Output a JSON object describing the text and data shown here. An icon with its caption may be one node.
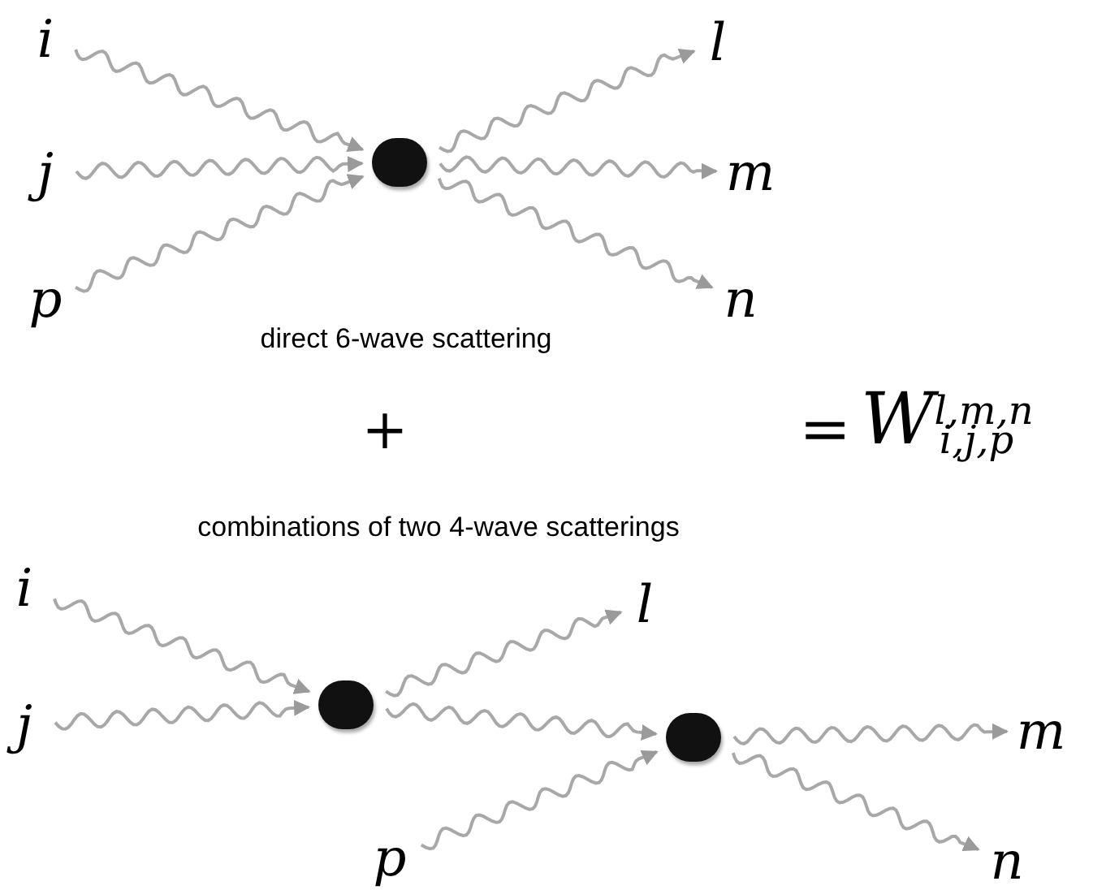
{
  "diagram": {
    "nodes": [
      {
        "text": [
          "i"
        ]
      },
      {
        "text": [
          "j"
        ]
      },
      {
        "text": [
          "p"
        ]
      },
      {
        "text": [],
        "shape": "circle"
      },
      {
        "text": [
          "l"
        ]
      },
      {
        "text": [
          "m"
        ]
      },
      {
        "text": [
          "n"
        ]
      },
      {
        "text": [
          "i"
        ]
      },
      {
        "text": [
          "j"
        ]
      },
      {
        "text": [],
        "shape": "circle"
      },
      {
        "text": [
          "l"
        ]
      },
      {
        "text": [],
        "shape": "circle"
      },
      {
        "text": [
          "p"
        ]
      },
      {
        "text": [
          "m"
        ]
      },
      {
        "text": [
          "n"
        ]
      }
    ],
    "edges": [
      {
        "from": 0,
        "to": 3,
        "arrow": "to"
      },
      {
        "from": 1,
        "to": 3,
        "arrow": "to"
      },
      {
        "from": 2,
        "to": 3,
        "arrow": "to"
      },
      {
        "from": 3,
        "to": 4,
        "arrow": "to"
      },
      {
        "from": 3,
        "to": 5,
        "arrow": "to"
      },
      {
        "from": 3,
        "to": 6,
        "arrow": "to"
      },
      {
        "from": 7,
        "to": 9,
        "arrow": "to"
      },
      {
        "from": 8,
        "to": 9,
        "arrow": "to"
      },
      {
        "from": 9,
        "to": 10,
        "arrow": "to"
      },
      {
        "from": 9,
        "to": 11,
        "arrow": "to"
      },
      {
        "from": 12,
        "to": 11,
        "arrow": "to"
      },
      {
        "from": 11,
        "to": 13,
        "arrow": "to"
      },
      {
        "from": 11,
        "to": 14,
        "arrow": "to"
      }
    ],
    "labels": [
      "direct 6-wave scattering",
      "+",
      "=",
      "W$^{l,m,n}$$_{i,j,p}$",
      "combinations of two 4-wave scatterings"
    ]
  }
}
